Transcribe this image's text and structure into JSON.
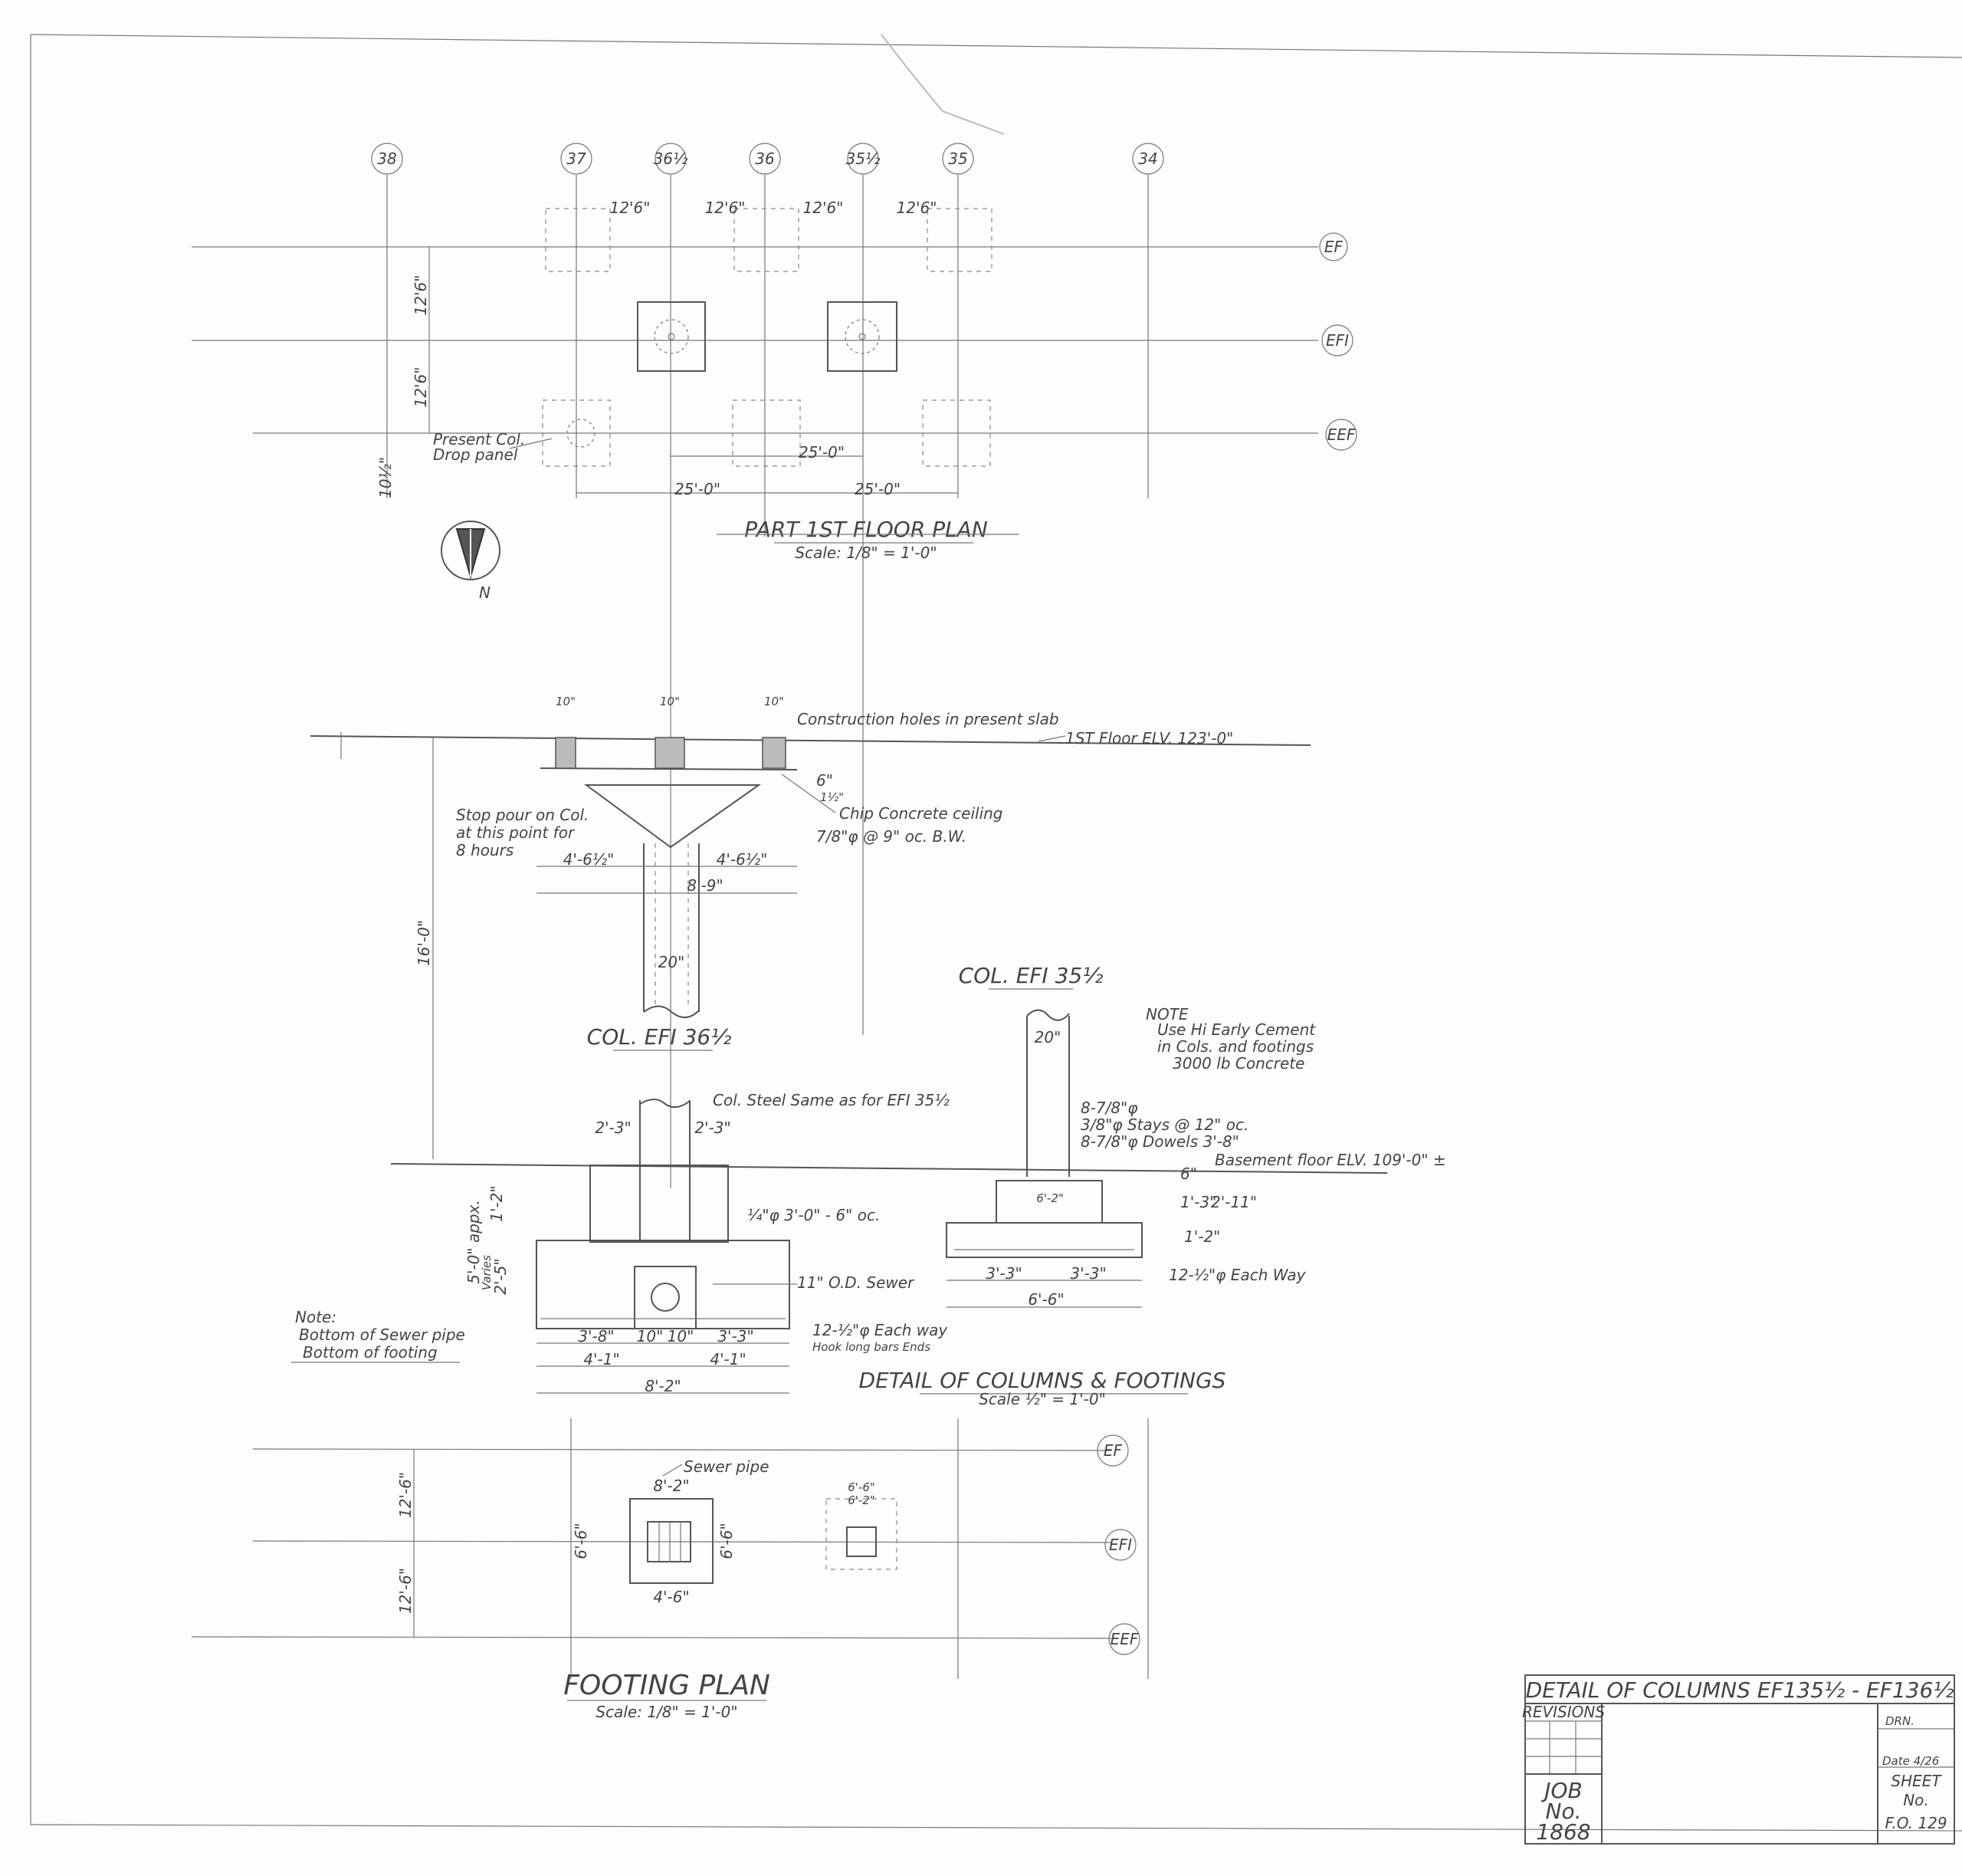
{
  "grid_lines": [
    "38",
    "37",
    "36½",
    "36",
    "35½",
    "35",
    "34"
  ],
  "row_lines": [
    "EF",
    "EFI",
    "EEF"
  ],
  "footing_rows": [
    "EF",
    "EFI",
    "EEF"
  ],
  "floor_plan": {
    "title": "PART 1ST FLOOR PLAN",
    "scale": "Scale: 1/8\" = 1'-0\"",
    "bay_dims": [
      "12'6\"",
      "12'6\"",
      "12'6\"",
      "12'6\""
    ],
    "vert_dims": [
      "12'6\"",
      "12'6\""
    ],
    "span_dims": [
      "25'-0\"",
      "25'-0\"",
      "25'-0\""
    ],
    "note": [
      "Present Col.",
      "Drop panel"
    ]
  },
  "section_upper": {
    "title": "COL. EFI 36½",
    "floor_label": "1ST Floor ELV. 123'-0\"",
    "hole_note": "Construction holes in present slab",
    "hole_dims": [
      "10\"",
      "10\"",
      "10\""
    ],
    "chip_note": "Chip Concrete ceiling",
    "rebar_note": "7/8\"φ @ 9\" oc. B.W.",
    "stop_note": [
      "Stop pour on Col.",
      "at this point for",
      "8 hours"
    ],
    "slab_thk": "10½\"",
    "dims": [
      "4'-6½\"",
      "4'-6½\"",
      "8'-9\"",
      "20\"",
      "6\"",
      "1½\"",
      "16'-0\""
    ]
  },
  "section_right": {
    "title": "COL. EFI 35½",
    "note_title": "NOTE",
    "note_lines": [
      "Use Hi Early Cement",
      "in Cols. and footings",
      "3000 lb Concrete"
    ],
    "bars": [
      "8-7/8\"φ",
      "3/8\"φ Stays @ 12\" oc.",
      "8-7/8\"φ Dowels 3'-8\""
    ],
    "floor_label": "Basement floor ELV. 109'-0\" ±",
    "dims": [
      "20\"",
      "6\"",
      "1'-3\"",
      "2'-11\"",
      "1'-2\"",
      "3'-3\"",
      "3'-3\"",
      "6'-6\"",
      "6'-2\"",
      "6\""
    ],
    "rebar_note": "12-½\"φ Each Way"
  },
  "section_lower": {
    "steel_note": "Col. Steel Same as for EFI 35½",
    "sewer_note": "11\" O.D. Sewer",
    "dowel_note": "¼\"φ 3'-0\" - 6\" oc.",
    "rebar_note": [
      "12-½\"φ Each way",
      "Hook long bars Ends"
    ],
    "dims": [
      "2'-3\"",
      "2'-3\"",
      "5'-0\" appx.",
      "1'-2\"",
      "Varies",
      "2'-5\"",
      "3'-8\"",
      "10\"",
      "10\"",
      "3'-3\"",
      "4'-1\"",
      "4'-1\"",
      "8'-2\""
    ],
    "bottom_note": [
      "Note:",
      "Bottom of Sewer pipe",
      "Bottom of footing"
    ]
  },
  "detail_title": "DETAIL OF COLUMNS & FOOTINGS",
  "detail_scale": "Scale ½\" = 1'-0\"",
  "footing_plan": {
    "title": "FOOTING PLAN",
    "scale": "Scale: 1/8\" = 1'-0\"",
    "sewer_label": "Sewer pipe",
    "dims": [
      "8'-2\"",
      "6'-6\"",
      "6'-6\"",
      "4'-6\"",
      "6'-6\"",
      "6'-2\"",
      "12'-6\"",
      "12'-6\""
    ]
  },
  "title_block": {
    "title": "DETAIL OF COLUMNS EF135½ - EF136½",
    "revisions": "REVISIONS",
    "job_lines": [
      "JOB",
      "No.",
      "1868"
    ],
    "sheet_lines": [
      "SHEET",
      "No.",
      "F.O. 129"
    ],
    "drawn": "DRN.",
    "date": "Date 4/26"
  }
}
